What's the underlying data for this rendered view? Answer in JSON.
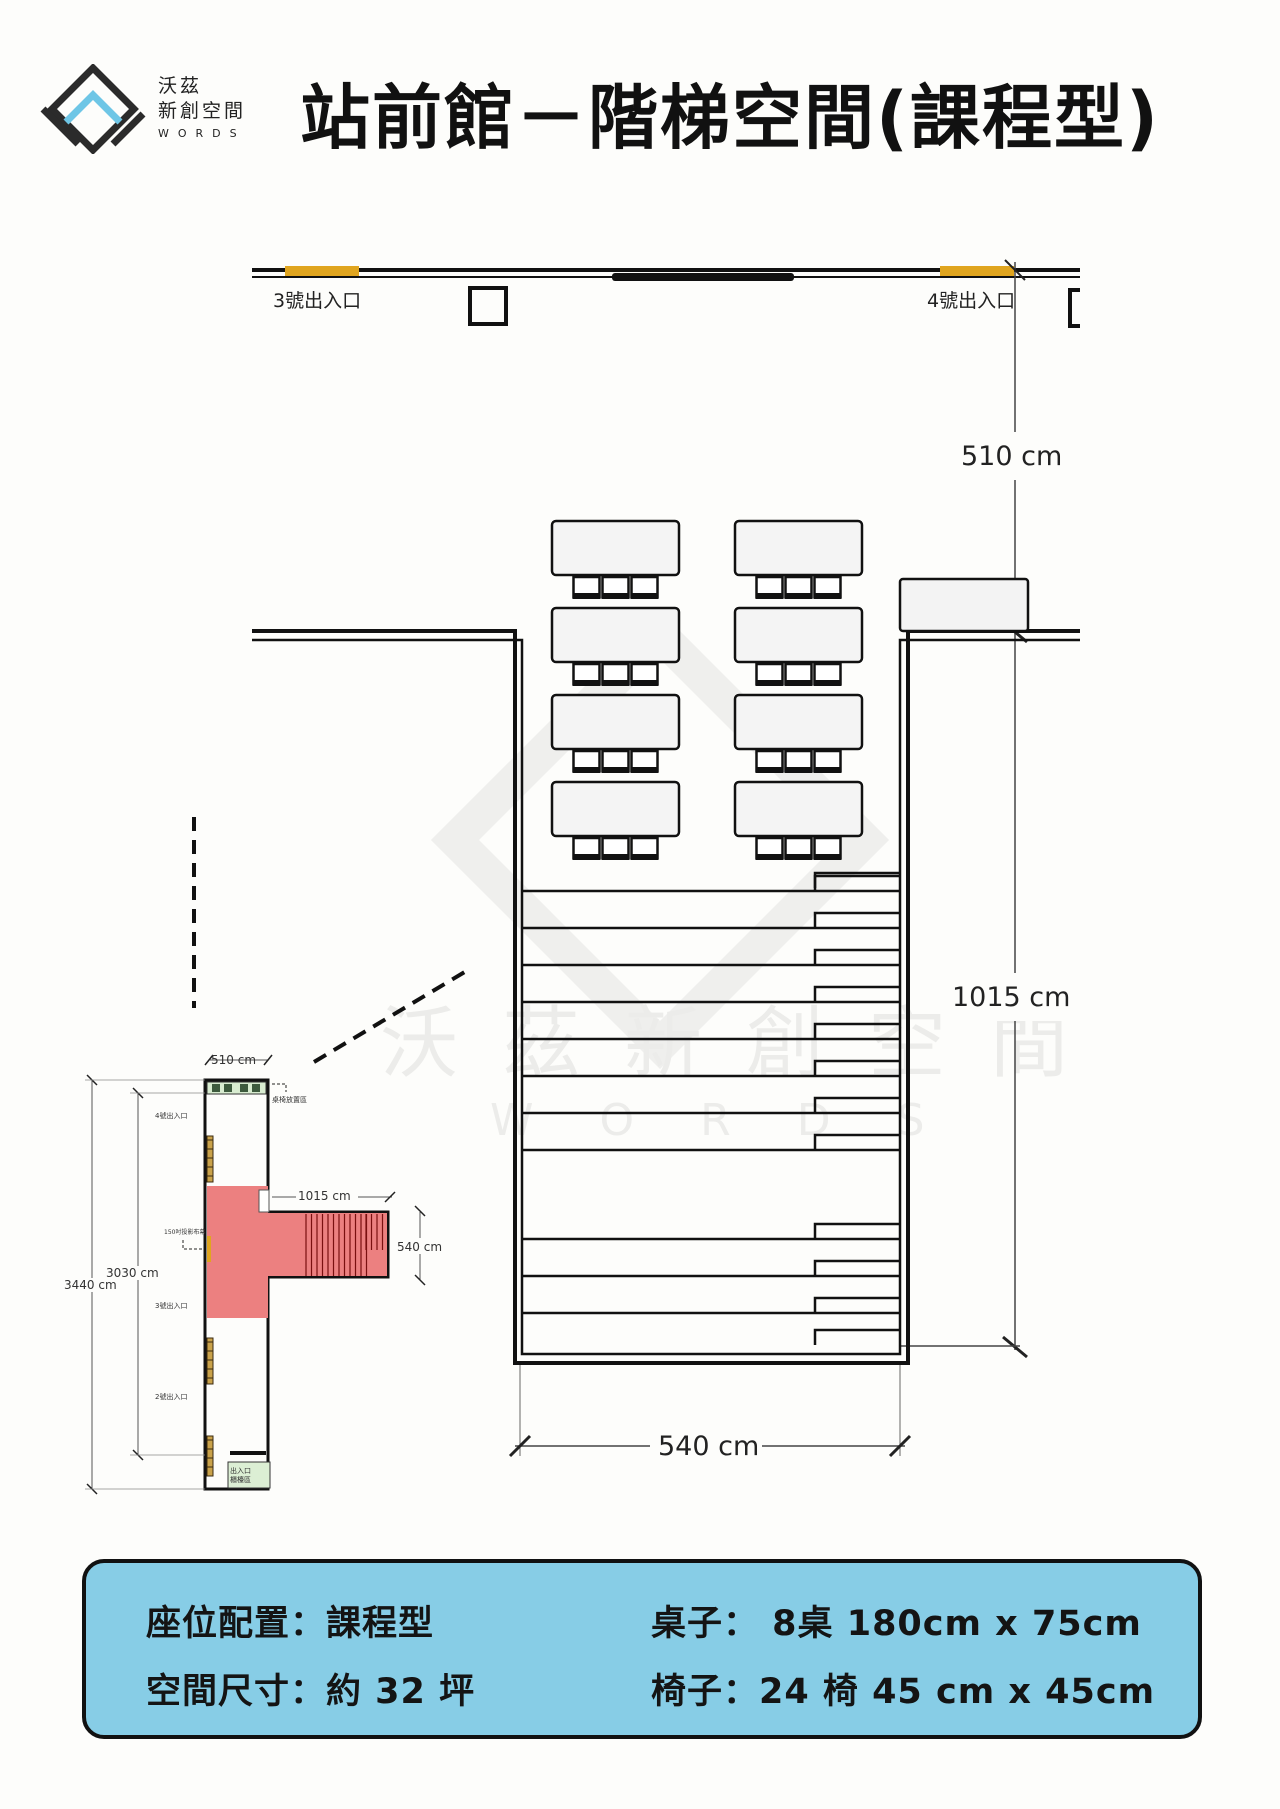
{
  "header": {
    "logo_cn_line1": "沃茲",
    "logo_cn_line2": "新創空間",
    "logo_en": "WORDS",
    "title": "站前館－階梯空間(課程型)"
  },
  "plan": {
    "entrance_3_label": "3號出入口",
    "entrance_4_label": "4號出入口",
    "dim_510": "510 cm",
    "dim_1015": "1015 cm",
    "dim_540": "540 cm",
    "watermark_cn": "沃茲新創空間",
    "watermark_en": "WORDS",
    "table_count": 8,
    "chairs_per_table": 3,
    "step_count": 13
  },
  "mini_plan": {
    "dim_510": "510 cm",
    "dim_1015": "1015 cm",
    "dim_540": "540 cm",
    "dim_3030": "3030 cm",
    "dim_3440": "3440 cm",
    "label_storage": "桌椅放置區",
    "label_entrance_4": "4號出入口",
    "label_projector": "150吋投影布幕",
    "label_entrance_3": "3號出入口",
    "label_entrance_2": "2號出入口",
    "label_main_entrance_1": "出入口",
    "label_main_entrance_2": "櫃檯區"
  },
  "info": {
    "seating": "座位配置：課程型",
    "space": "空間尺寸：約 32 坪",
    "tables": "桌子：  8桌   180cm x 75cm",
    "chairs": "椅子：24 椅   45 cm x 45cm"
  },
  "colors": {
    "info_bg": "#87cde6",
    "entrance_marker": "#e0a51f",
    "stage_area": "#ec8080",
    "logo_accent": "#6ec6e6"
  }
}
